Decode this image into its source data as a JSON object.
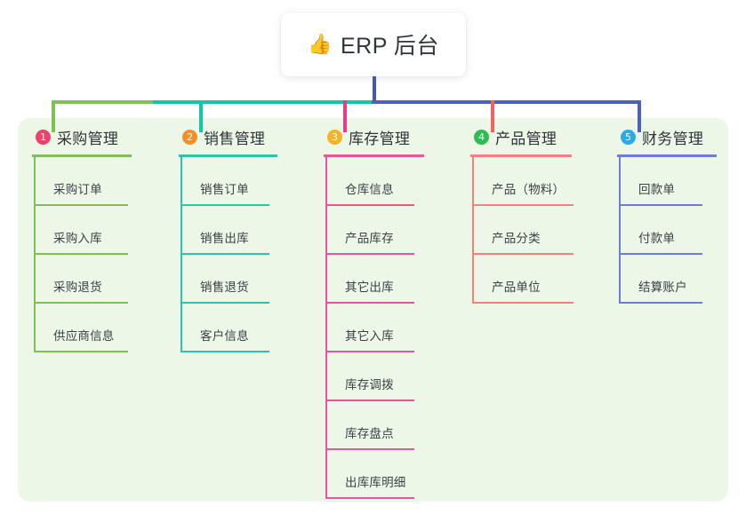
{
  "root": {
    "icon": "thumbs-up-icon",
    "icon_glyph": "👍",
    "label": "ERP 后台"
  },
  "theme": {
    "panel_background": "#edf7e7",
    "page_background": "#ffffff",
    "text_color": "#2f333a",
    "bus_segment_green": "#7cc152",
    "bus_segment_teal": "#14c6a5",
    "bus_segment_blue": "#4d5ec7",
    "root_stem": "#4355c0"
  },
  "columns": [
    {
      "number": "1",
      "title": "采购管理",
      "badge_color": "#f2406b",
      "accent_color": "#7cc152",
      "connector_color": "#7cc152",
      "items": [
        {
          "label": "采购订单"
        },
        {
          "label": "采购入库"
        },
        {
          "label": "采购退货"
        },
        {
          "label": "供应商信息"
        }
      ]
    },
    {
      "number": "2",
      "title": "销售管理",
      "badge_color": "#f2902e",
      "accent_color": "#2cc3b0",
      "connector_color": "#2cc3b0",
      "items": [
        {
          "label": "销售订单"
        },
        {
          "label": "销售出库"
        },
        {
          "label": "销售退货"
        },
        {
          "label": "客户信息"
        }
      ]
    },
    {
      "number": "3",
      "title": "库存管理",
      "badge_color": "#f5b326",
      "accent_color": "#e8559e",
      "connector_color": "#e8559e",
      "items": [
        {
          "label": "仓库信息"
        },
        {
          "label": "产品库存"
        },
        {
          "label": "其它出库"
        },
        {
          "label": "其它入库"
        },
        {
          "label": "库存调拨"
        },
        {
          "label": "库存盘点"
        },
        {
          "label": "出库库明细"
        }
      ]
    },
    {
      "number": "4",
      "title": "产品管理",
      "badge_color": "#2dbd52",
      "accent_color": "#f4817c",
      "connector_color": "#f4817c",
      "items": [
        {
          "label": "产品（物料）"
        },
        {
          "label": "产品分类"
        },
        {
          "label": "产品单位"
        }
      ]
    },
    {
      "number": "5",
      "title": "财务管理",
      "badge_color": "#2aabe4",
      "accent_color": "#6b7ed6",
      "connector_color": "#6b7ed6",
      "items": [
        {
          "label": "回款单"
        },
        {
          "label": "付款单"
        },
        {
          "label": "结算账户"
        }
      ]
    }
  ]
}
